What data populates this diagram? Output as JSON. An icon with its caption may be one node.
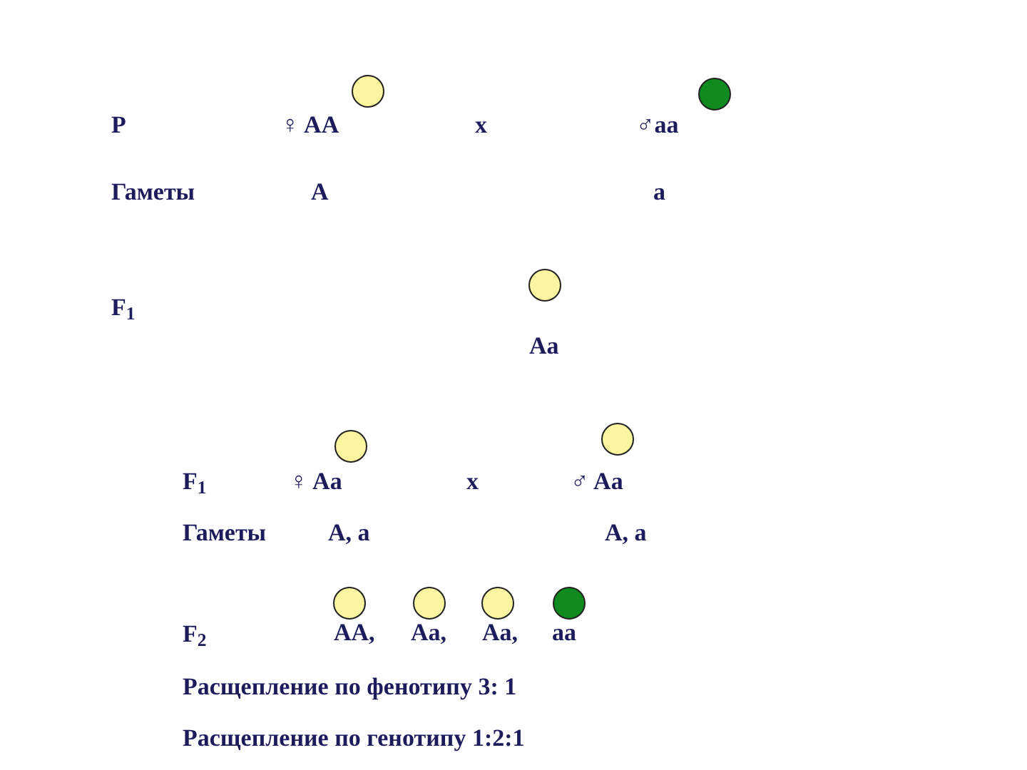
{
  "diagram": {
    "labels": [
      "P",
      "♀ AA",
      "x",
      "♂aa",
      "Гаметы",
      "A",
      "a",
      "F$_{1}$",
      "Aa",
      "F$_{1}$",
      "♀ Aa",
      "x",
      "♂ Aa",
      "Гаметы",
      "A, a",
      "A, a",
      "F$_{2}$",
      "AA,",
      "Aa,",
      "Aa,",
      "aa",
      "Расщепление по фенотипу 3: 1",
      "Расщепление по генотипу 1:2:1"
    ]
  }
}
